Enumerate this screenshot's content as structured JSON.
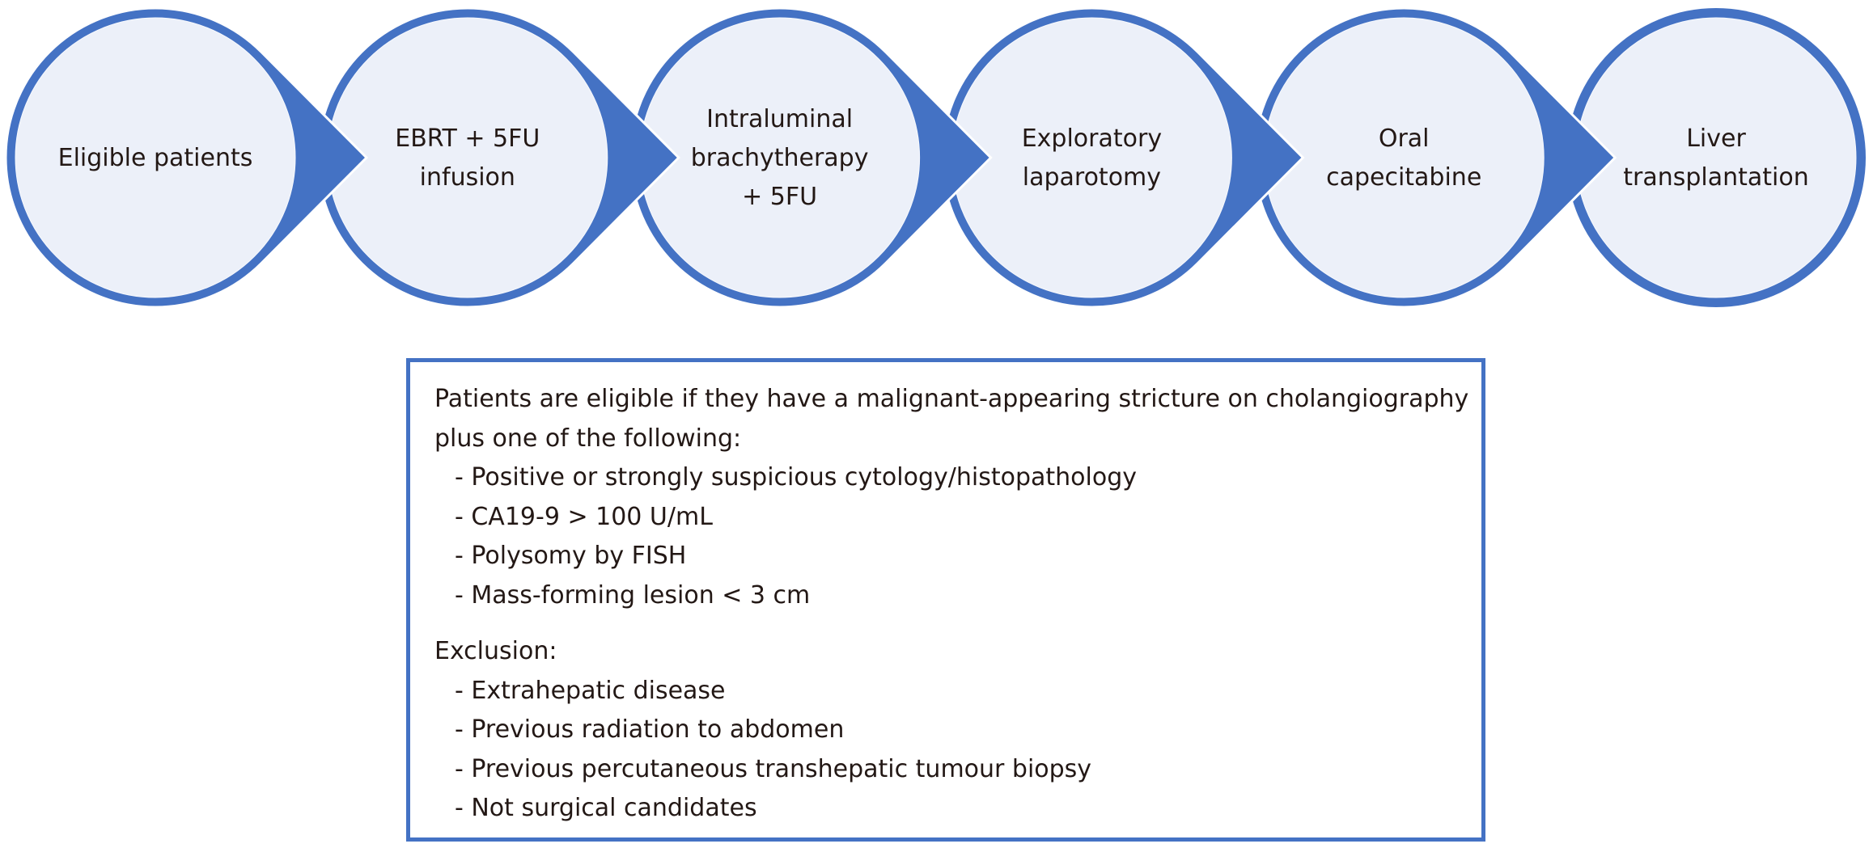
{
  "colors": {
    "accent": "#4472c4",
    "circle_fill": "#ecf0f9",
    "text": "#231815",
    "background": "#ffffff"
  },
  "flow": {
    "steps": [
      {
        "lines": [
          "Eligible patients"
        ]
      },
      {
        "lines": [
          "EBRT + 5FU",
          "infusion"
        ]
      },
      {
        "lines": [
          "Intraluminal",
          "brachytherapy",
          "+ 5FU"
        ]
      },
      {
        "lines": [
          "Exploratory",
          "laparotomy"
        ]
      },
      {
        "lines": [
          "Oral",
          "capecitabine"
        ]
      },
      {
        "lines": [
          "Liver",
          "transplantation"
        ]
      }
    ]
  },
  "criteria": {
    "eligibility_intro_line1": "Patients are eligible if they have a malignant-appearing stricture on cholangiography",
    "eligibility_intro_line2": "plus one of the following:",
    "eligibility_items": [
      "- Positive or strongly suspicious cytology/histopathology",
      "- CA19-9 > 100 U/mL",
      "- Polysomy by FISH",
      "- Mass-forming lesion < 3 cm"
    ],
    "exclusion_heading": "Exclusion:",
    "exclusion_items": [
      "- Extrahepatic disease",
      "- Previous radiation to abdomen",
      "- Previous percutaneous transhepatic tumour biopsy",
      "- Not surgical candidates"
    ]
  }
}
